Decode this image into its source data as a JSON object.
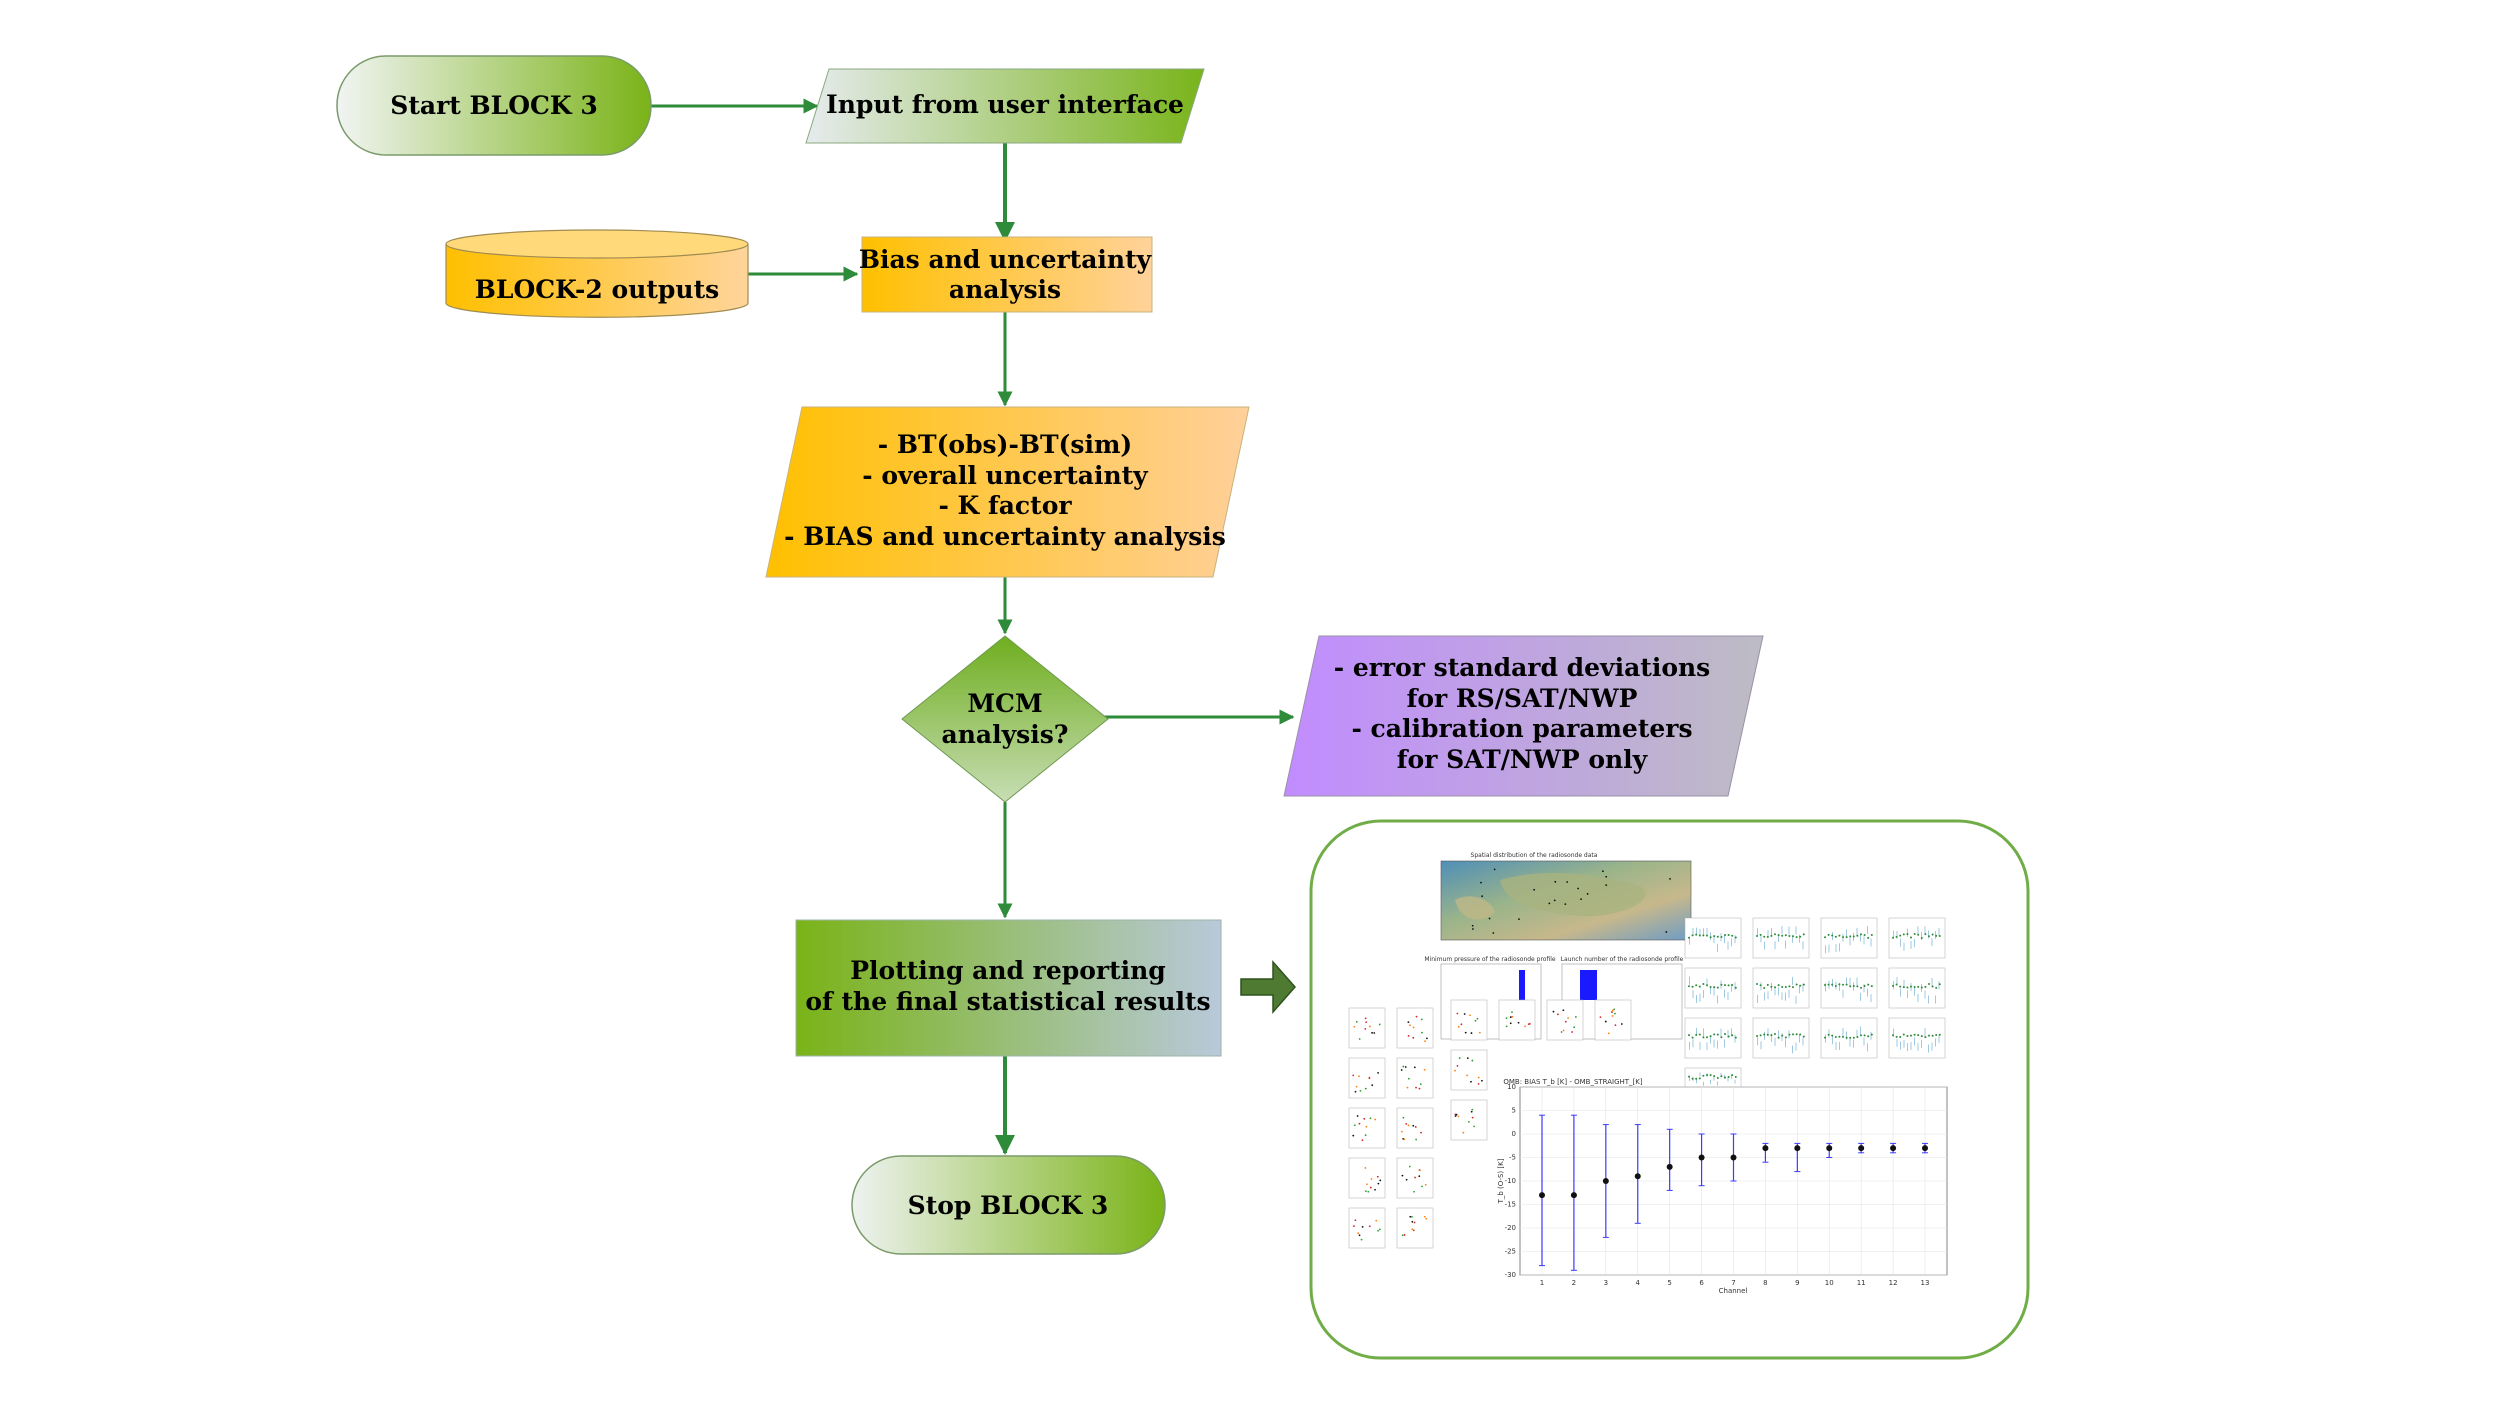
{
  "nodes": {
    "start": "Start BLOCK 3",
    "input": "Input from user interface",
    "block2": "BLOCK-2 outputs",
    "bias_line1": "Bias and uncertainty",
    "bias_line2": "analysis",
    "outputs_lines": [
      "- BT(obs)-BT(sim)",
      "- overall uncertainty",
      "- K factor",
      "- BIAS and uncertainty analysis"
    ],
    "mcm_line1": "MCM",
    "mcm_line2": "analysis?",
    "mcm_out_lines": [
      "- error standard deviations",
      "for RS/SAT/NWP",
      "- calibration parameters",
      "for SAT/NWP only"
    ],
    "plot_line1": "Plotting and reporting",
    "plot_line2": "of the final statistical results",
    "stop": "Stop BLOCK 3"
  },
  "colors": {
    "green_dark": "#7ab317",
    "green_arrow": "#2e8b3a",
    "orange": "#ffc12b",
    "orange_light": "#ffd08a",
    "purple": "#c79bfa",
    "purple_grey": "#b9b9c9",
    "steel": "#a9c3d6",
    "frame_green": "#70ad47"
  },
  "thumbnail": {
    "map_title": "Spatial distribution of the radiosonde data",
    "bar1_title": "Minimum pressure of the radiosonde profile",
    "bar2_title": "Launch number of the radiosonde profile",
    "errbar_title": "OMB: BIAS T_b [K] - OMB_STRAIGHT_[K]",
    "errbar_ylabel": "T_b (O-S) [K]",
    "errbar_xlabel": "Channel",
    "errbar_yticks": [
      "10",
      "5",
      "0",
      "-5",
      "-10",
      "-15",
      "-20",
      "-25",
      "-30"
    ],
    "errbar_xticks": [
      "1",
      "2",
      "3",
      "4",
      "5",
      "6",
      "7",
      "8",
      "9",
      "10",
      "11",
      "12",
      "13"
    ]
  }
}
